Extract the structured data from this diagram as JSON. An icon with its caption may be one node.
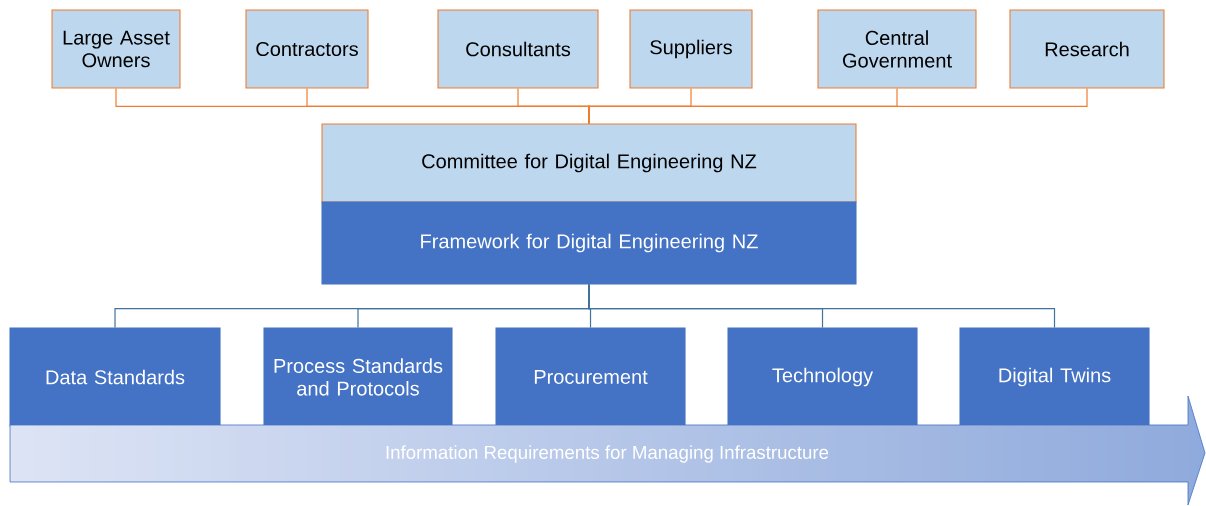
{
  "diagram": {
    "nodes": [
      {
        "text": [
          "Large Asset Owners"
        ]
      },
      {
        "text": [
          "Contractors"
        ]
      },
      {
        "text": [
          "Consultants"
        ]
      },
      {
        "text": [
          "Suppliers"
        ]
      },
      {
        "text": [
          "Central Government"
        ]
      },
      {
        "text": [
          "Research"
        ]
      },
      {
        "text": [
          "Committee for Digital Engineering NZ"
        ]
      },
      {
        "text": [
          "Framework for Digital Engineering NZ"
        ]
      },
      {
        "text": [
          "Data Standards"
        ]
      },
      {
        "text": [
          "Process Standards and Protocols"
        ]
      },
      {
        "text": [
          "Procurement"
        ]
      },
      {
        "text": [
          "Technology"
        ]
      },
      {
        "text": [
          "Digital Twins"
        ]
      },
      {
        "text": [
          "Information Requirements for Managing Infrastructure"
        ]
      }
    ],
    "edges": [
      {
        "from": 0,
        "to": 6,
        "arrow": "none",
        "color": "#ed7d31"
      },
      {
        "from": 1,
        "to": 6,
        "arrow": "none",
        "color": "#ed7d31"
      },
      {
        "from": 2,
        "to": 6,
        "arrow": "none",
        "color": "#ed7d31"
      },
      {
        "from": 3,
        "to": 6,
        "arrow": "none",
        "color": "#ed7d31"
      },
      {
        "from": 4,
        "to": 6,
        "arrow": "none",
        "color": "#ed7d31"
      },
      {
        "from": 5,
        "to": 6,
        "arrow": "none",
        "color": "#ed7d31"
      },
      {
        "from": 7,
        "to": 8,
        "arrow": "none",
        "color": "#41719c"
      },
      {
        "from": 7,
        "to": 9,
        "arrow": "none",
        "color": "#41719c"
      },
      {
        "from": 7,
        "to": 10,
        "arrow": "none",
        "color": "#41719c"
      },
      {
        "from": 7,
        "to": 11,
        "arrow": "none",
        "color": "#41719c"
      },
      {
        "from": 7,
        "to": 12,
        "arrow": "none",
        "color": "#41719c"
      }
    ]
  }
}
